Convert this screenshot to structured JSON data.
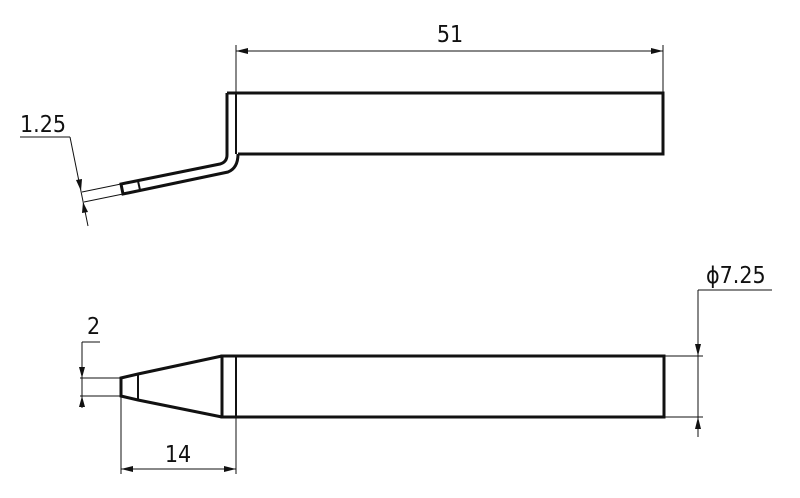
{
  "drawing": {
    "top_view": {
      "length_label": "51",
      "tip_thickness_label": "1.25"
    },
    "side_view": {
      "diameter_label": "ϕ7.25",
      "tip_width_label": "2",
      "taper_length_label": "14"
    }
  }
}
